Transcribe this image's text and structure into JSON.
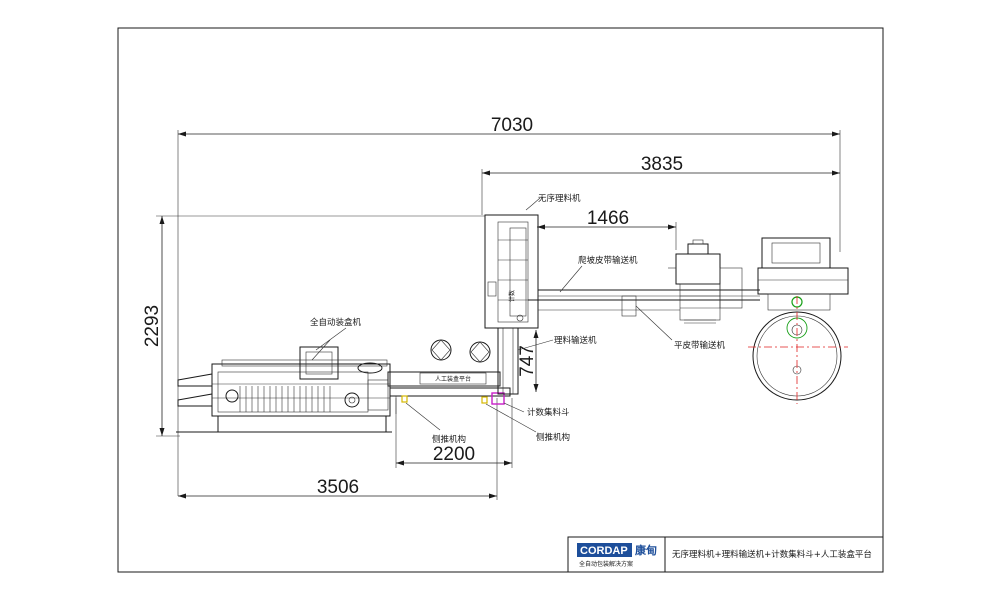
{
  "dimensions": {
    "overall_length": "7030",
    "right_section_length": "3835",
    "belt_length": "1466",
    "height": "2293",
    "short_height": "747",
    "platform_length": "2200",
    "left_section_length": "3506"
  },
  "labels": {
    "sorter": "无序理料机",
    "incline_conveyor": "爬坡皮带输送机",
    "flat_conveyor": "平皮带输送机",
    "cartoner": "全自动装盒机",
    "material_conveyor": "理料输送机",
    "counting_hopper": "计数集料斗",
    "side_push_1": "侧推机构",
    "side_push_2": "侧推机构",
    "manual_platform": "人工装盒平台",
    "vertical_tag": "计数"
  },
  "title_block": {
    "logo_text": "CORDAP",
    "logo_suffix": "康甸",
    "logo_subtitle": "全自动包装解决方案",
    "description": "无序理料机+理料输送机+计数集料斗+人工装盒平台"
  },
  "colors": {
    "line": "#1a1a1a",
    "hopper_magenta": "#c81ec8",
    "cylinder_yellow": "#d4b800",
    "centerline_red": "#e02020",
    "wheel_green": "#18a018",
    "logo_blue": "#1d4e9a"
  }
}
